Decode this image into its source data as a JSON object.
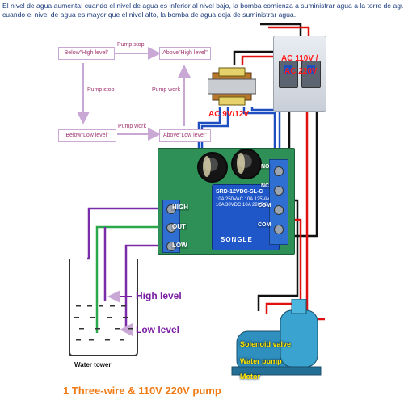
{
  "caption": [
    "El nivel de agua aumenta: cuando el nivel de agua es inferior al nivel bajo, la bomba comienza a suministrar agua a la torre de agua;",
    "cuando el nivel de agua es mayor que el nivel alto, la bomba de agua deja de suministrar agua."
  ],
  "flow": {
    "box_tl": "Below\"High level\"",
    "box_tr": "Above\"High level\"",
    "box_bl": "Below\"Low level\"",
    "box_br": "Above\"Low level\"",
    "arrow_top": "Pump stop",
    "arrow_bottom": "Pump work",
    "arrow_left": "Pump stop",
    "arrow_right": "Pump work"
  },
  "power": {
    "transformer_label": "AC 9V/12V",
    "mains_label_1": "AC 110V /",
    "mains_label_2": "AC 220V"
  },
  "board": {
    "terminal_high": "HIGH",
    "terminal_out": "OUT",
    "terminal_low": "LOW",
    "relay_model": "SRD-12VDC-SL-C",
    "relay_ratings": "10A 250VAC 10A 125VAC 10A 30VDC 10A 28VDC",
    "relay_brand": "SONGLE",
    "right_terminals": [
      "NO",
      "NC",
      "COM",
      "COM"
    ]
  },
  "tank": {
    "high_level": "High level",
    "low_level": "Low level",
    "tower_label": "Water tower"
  },
  "pump": {
    "line1": "Solenoid valve",
    "line2": "Water pump",
    "line3": "Motor"
  },
  "footer": "1 Three-wire & 110V 220V pump",
  "colors": {
    "flow_text": "#a0336e",
    "wire_black": "#111111",
    "wire_red": "#e01010",
    "wire_blue": "#1e4fc0",
    "wire_purple": "#7b2ca8",
    "wire_green": "#2aa84a",
    "level_text": "#7b1fa2",
    "footer_text": "#f07a14"
  }
}
